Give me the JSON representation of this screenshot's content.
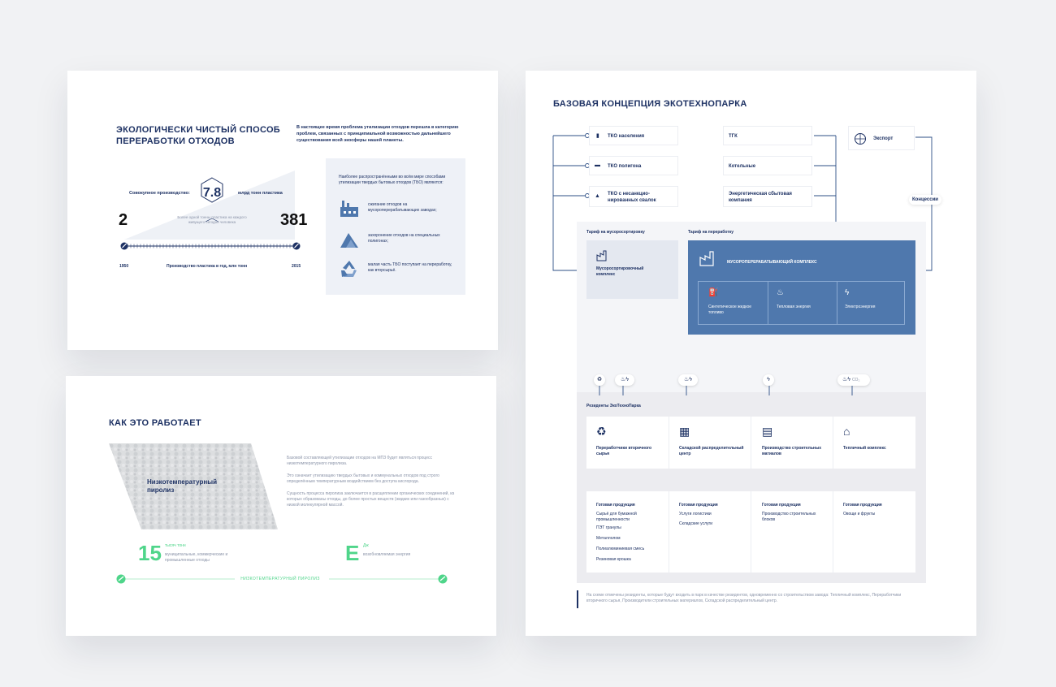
{
  "colors": {
    "navy": "#1d3163",
    "blue": "#4f78ad",
    "green": "#4fd58a",
    "panel": "#eef1f7",
    "line": "#2d4f86"
  },
  "slide1": {
    "title": "ЭКОЛОГИЧЕСКИ ЧИСТЫЙ СПОСОБ ПЕРЕРАБОТКИ ОТХОДОВ",
    "intro": "В настоящее время проблема утилизации отходов перешла в категорию проблем, связанных с принципиальной возможностью дальнейшего существования всей экосферы нашей планеты.",
    "aggregate_label": "Совокупное производство:",
    "aggregate_value": "7.8",
    "aggregate_unit": "млрд тонн пластика",
    "per_person": "Более одной тонны пластика на каждого живущего сегодня человека",
    "start_value": "2",
    "end_value": "381",
    "start_year": "1950",
    "end_year": "2015",
    "axis_label": "Производство пластика в год, млн тонн",
    "panel_intro": "Наиболее распространёнными во всём мире способами утилизации твердых бытовых отходов (ТБО) являются:",
    "methods": [
      {
        "icon": "factory-icon",
        "text": "сжигание отходов на мусороперерабатывающих заводах;"
      },
      {
        "icon": "landfill-icon",
        "text": "захоронение отходов на специальных полигонах;"
      },
      {
        "icon": "recycle-icon",
        "text": "малая часть ТБО поступает на переработку, как вторсырьё."
      }
    ]
  },
  "slide2": {
    "title": "КАК ЭТО РАБОТАЕТ",
    "photo_label": "Низкотемпературный пиролиз",
    "paragraphs": [
      "Базовой составляющей утилизации отходов на МПЗ будет являться процесс низкотемпературного пиролиза.",
      "Это означает утилизацию твердых бытовых и коммунальных отходов под строго определённым температурным воздействием без доступа кислорода.",
      "Сущность процесса пиролиза заключается в расщеплении органических соединений, из которых образованы отходы, до более простых веществ (жидких или газообразных) с низкой молекулярной массой."
    ],
    "stat1_value": "15",
    "stat1_unit": "тысяч тонн",
    "stat1_desc": "муниципальные, коммерческие и промышленные отходы",
    "stat2_value": "E",
    "stat2_unit": "Дж",
    "stat2_desc": "возобновляемая энергия",
    "timeline_label": "НИЗКОТЕМПЕРАТУРНЫЙ ПИРОЛИЗ"
  },
  "slide3": {
    "title": "БАЗОВАЯ КОНЦЕПЦИЯ ЭКОТЕХНОПАРКА",
    "sources": [
      "ТКО населения",
      "ТКО полигона",
      "ТКО с несанкцио-нированных свалок"
    ],
    "consumers": [
      "ТГК",
      "Котельные",
      "Энергетическая сбытовая компания"
    ],
    "export": "Экспорт",
    "concessions": "Концессии",
    "tariff_sort": "Тариф на мусоросортировку",
    "tariff_proc": "Тариф на переработку",
    "sort_complex": "Мусоросортировочный комплекс",
    "proc_complex": "МУСОРОПЕРЕРАБАТЫВАЮЩИЙ КОМПЛЕКС",
    "outputs": [
      "Синтетическое жидкое топливо",
      "Тепловая энергия",
      "Электроэнергия"
    ],
    "co2": "CO₂",
    "residents_label": "Резиденты ЭкоТехноПарка",
    "residents": [
      {
        "name": "Переработчики вторичного сырья",
        "icon": "recycle-icon"
      },
      {
        "name": "Складской распределительный центр",
        "icon": "warehouse-icon"
      },
      {
        "name": "Производство строительных матиалов",
        "icon": "bricks-icon"
      },
      {
        "name": "Тепличный комплекс",
        "icon": "greenhouse-icon"
      }
    ],
    "products_heading": "Готовая продукция",
    "products": [
      [
        "Сырьё для бумажной промышленности",
        "ПЭТ гранулы",
        "Металлолом",
        "Полиалюминиевая смесь",
        "Резиновая крошка"
      ],
      [
        "Услуги логистики",
        "Складские услуги"
      ],
      [
        "Производство строительных блоков"
      ],
      [
        "Овощи и фрукты"
      ]
    ],
    "footnote": "На схеме отмечены резиденты, которые будут входить в парк в качестве резидентов, одновременно со строительством завода: Тепличный комплекс, Переработчики вторичного сырья, Производители строительных материалов, Складской распределительный центр."
  }
}
